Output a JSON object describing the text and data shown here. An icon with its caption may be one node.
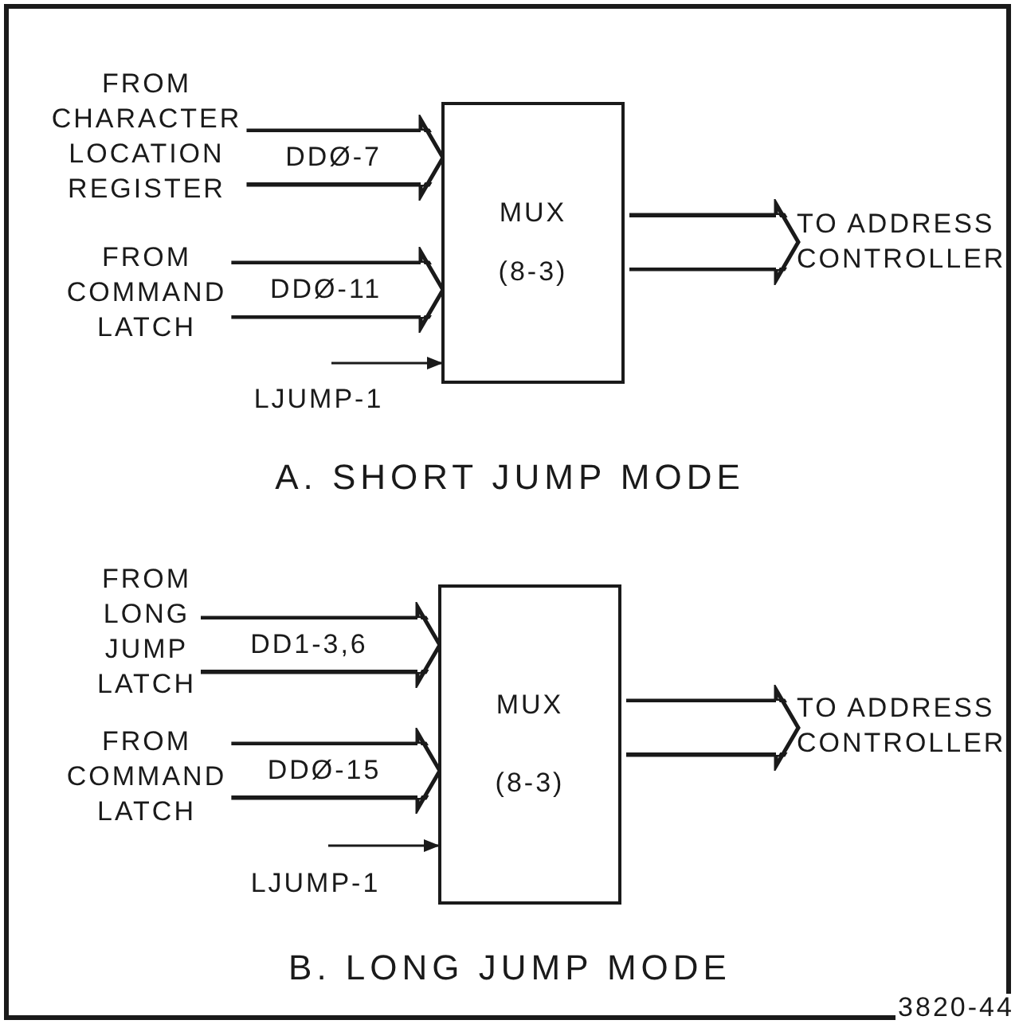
{
  "diagram": {
    "nodes": [
      {
        "text": [
          "FROM CHARACTER LOCATION REGISTER"
        ]
      },
      {
        "text": [
          "FROM COMMAND LATCH"
        ]
      },
      {
        "text": [
          "MUX",
          "(8-3)"
        ]
      },
      {
        "text": [
          "TO ADDRESS CONTROLLER"
        ]
      },
      {
        "text": [
          "FROM LONG JUMP LATCH"
        ]
      },
      {
        "text": [
          "FROM COMMAND LATCH"
        ]
      },
      {
        "text": [
          "MUX",
          "(8-3)"
        ]
      },
      {
        "text": [
          "TO ADDRESS CONTROLLER"
        ]
      }
    ],
    "edges": [
      {
        "from": 0,
        "to": 2,
        "arrow": "to",
        "label": "DDØ-7",
        "style": "thick"
      },
      {
        "from": 1,
        "to": 2,
        "arrow": "to",
        "label": "DDØ-11",
        "style": "thick"
      },
      {
        "from": null,
        "to": 2,
        "arrow": "to",
        "label": "LJUMP-1"
      },
      {
        "from": 2,
        "to": 3,
        "arrow": "to",
        "style": "thick"
      },
      {
        "from": 4,
        "to": 6,
        "arrow": "to",
        "label": "DD1-3,6",
        "style": "thick"
      },
      {
        "from": 5,
        "to": 6,
        "arrow": "to",
        "label": "DDØ-15",
        "style": "thick"
      },
      {
        "from": null,
        "to": 6,
        "arrow": "to",
        "label": "LJUMP-1"
      },
      {
        "from": 6,
        "to": 7,
        "arrow": "to",
        "style": "thick"
      }
    ],
    "labels": [
      "A. SHORT JUMP MODE",
      "B. LONG JUMP MODE",
      "3820-44"
    ]
  }
}
